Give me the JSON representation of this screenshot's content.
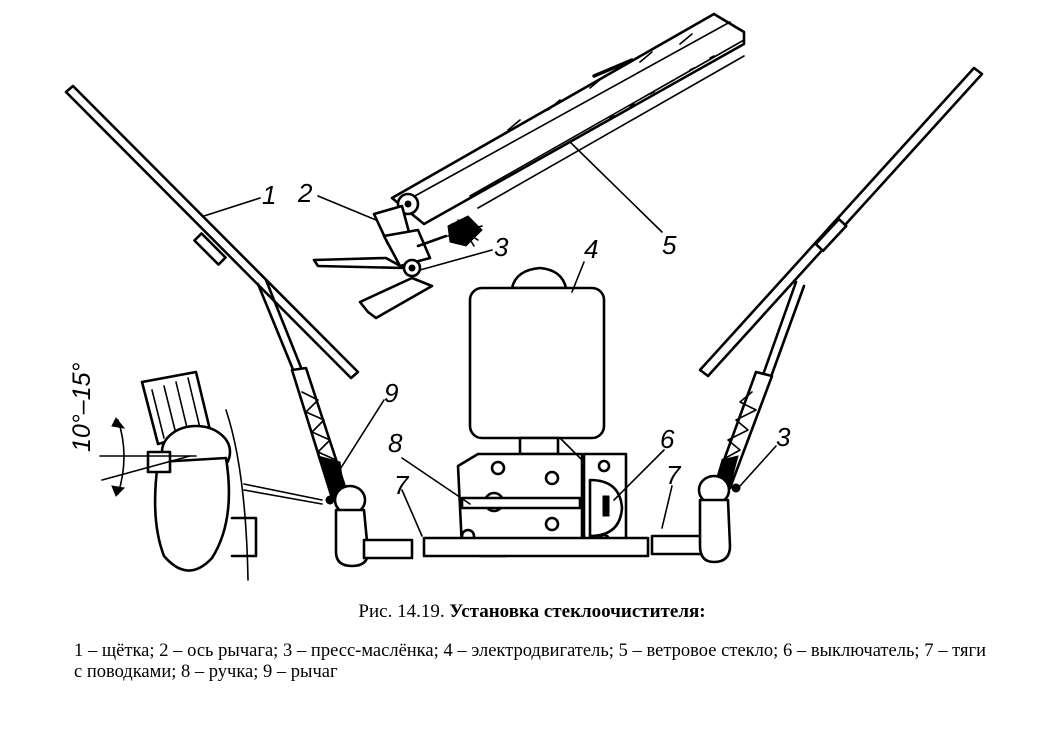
{
  "figure": {
    "callouts": [
      "1",
      "2",
      "3",
      "4",
      "5",
      "6",
      "7",
      "8",
      "9",
      "3",
      "7"
    ],
    "angle_label": "10°–15°"
  },
  "caption": {
    "prefix": "Рис. 14.19.",
    "title": "Установка стеклоочистителя:",
    "legend": "1 – щётка; 2 – ось рычага; 3 – пресс-маслёнка; 4 – электродвигатель; 5 – ветровое стекло; 6 – выключатель; 7 – тяги с поводками; 8 – ручка; 9 – рычаг"
  }
}
